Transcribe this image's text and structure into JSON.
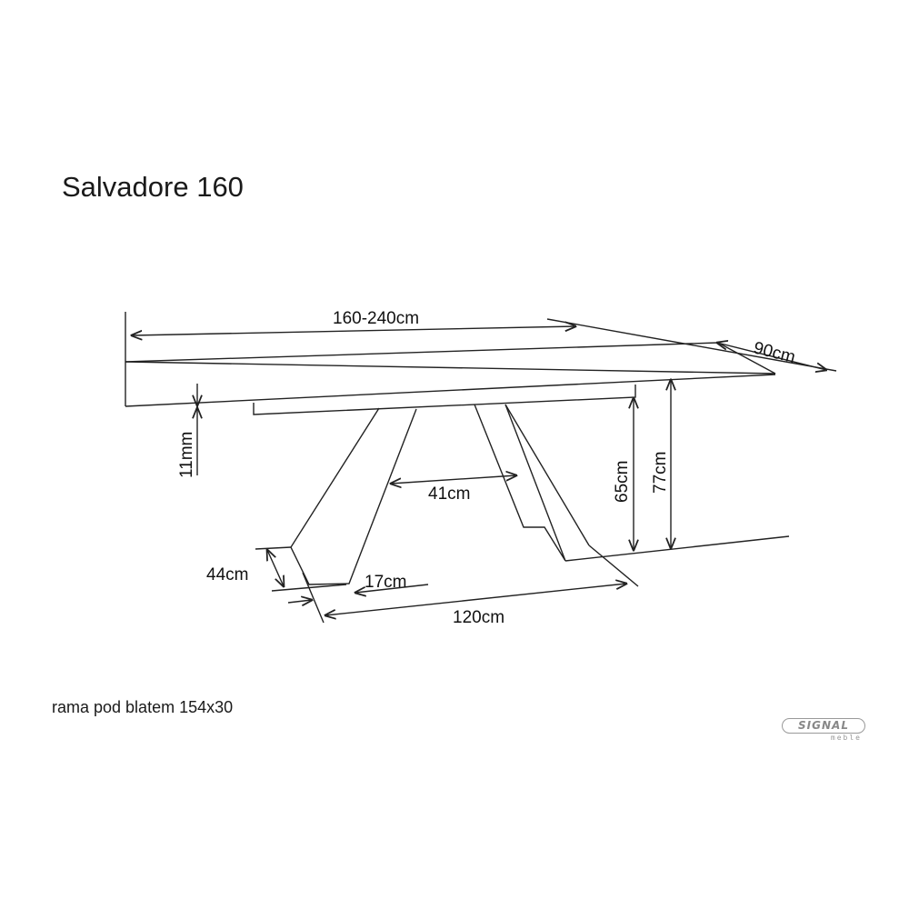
{
  "title": "Salvadore 160",
  "caption": "rama pod blatem 154x30",
  "dimensions": {
    "length": "160-240cm",
    "width": "90cm",
    "top_thickness": "11mm",
    "leg_gap": "41cm",
    "apron_height": "65cm",
    "height": "77cm",
    "foot_depth": "44cm",
    "foot_width": "17cm",
    "base_length": "120cm"
  },
  "logo": {
    "brand": "SIGNAL",
    "sub": "meble"
  }
}
